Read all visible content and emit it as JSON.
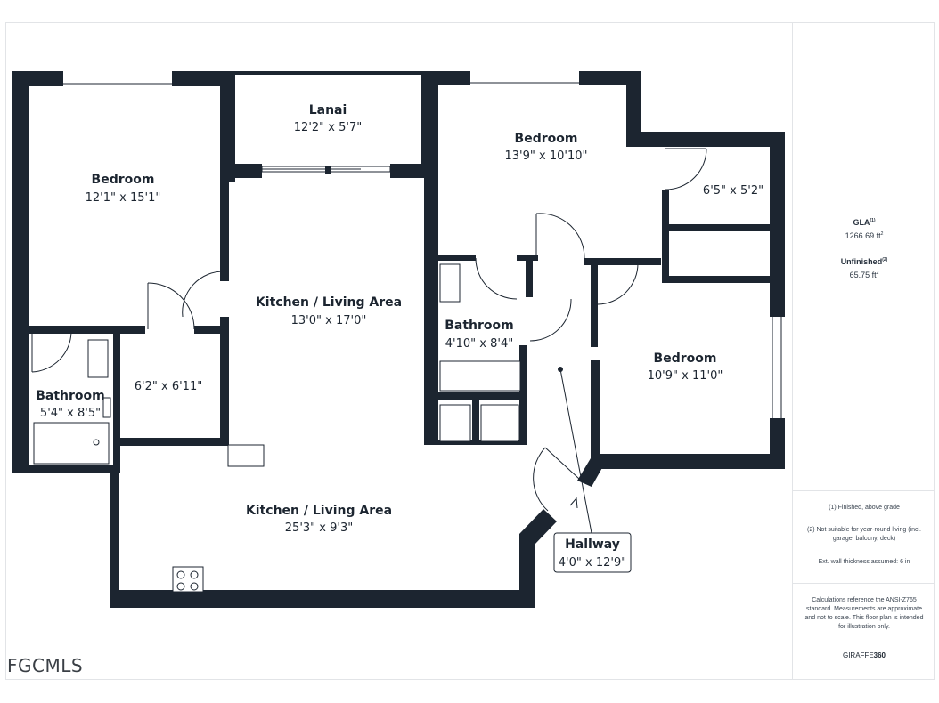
{
  "rooms": {
    "bedroom_left": {
      "name": "Bedroom",
      "dim": "12'1\" x 15'1\""
    },
    "lanai": {
      "name": "Lanai",
      "dim": "12'2\" x 5'7\""
    },
    "bedroom_top": {
      "name": "Bedroom",
      "dim": "13'9\" x 10'10\""
    },
    "closet_right": {
      "dim": "6'5\" x 5'2\""
    },
    "kitchen_living_upper": {
      "name": "Kitchen / Living Area",
      "dim": "13'0\" x 17'0\""
    },
    "bathroom_center": {
      "name": "Bathroom",
      "dim": "4'10\" x 8'4\""
    },
    "bedroom_right": {
      "name": "Bedroom",
      "dim": "10'9\" x 11'0\""
    },
    "laundry_closet": {
      "dim": "6'2\" x 6'11\""
    },
    "bathroom_left": {
      "name": "Bathroom",
      "dim": "5'4\" x 8'5\""
    },
    "kitchen_living_lower": {
      "name": "Kitchen / Living Area",
      "dim": "25'3\" x 9'3\""
    },
    "hallway": {
      "name": "Hallway",
      "dim": "4'0\" x 12'9\""
    }
  },
  "sidebar": {
    "gla_label": "GLA",
    "gla_sup": "(1)",
    "gla_value": "1266.69 ft",
    "unfinished_label": "Unfinished",
    "unfinished_sup": "(2)",
    "unfinished_value": "65.75 ft",
    "area_unit_sup": "2",
    "note_1": "(1) Finished, above grade",
    "note_2": "(2) Not suitable for year-round living (incl. garage, balcony, deck)",
    "note_3": "Ext. wall thickness assumed: 6 in",
    "disclaimer": "Calculations reference the ANSI-Z765 standard. Measurements are approximate and not to scale. This floor plan is intended for illustration only.",
    "brand_prefix": "GIRAFFE",
    "brand_suffix": "360"
  },
  "watermark": "FGCMLS",
  "colors": {
    "wall": "#1c2530",
    "accent_line": "#1c2530",
    "border": "#e2e4e7"
  }
}
